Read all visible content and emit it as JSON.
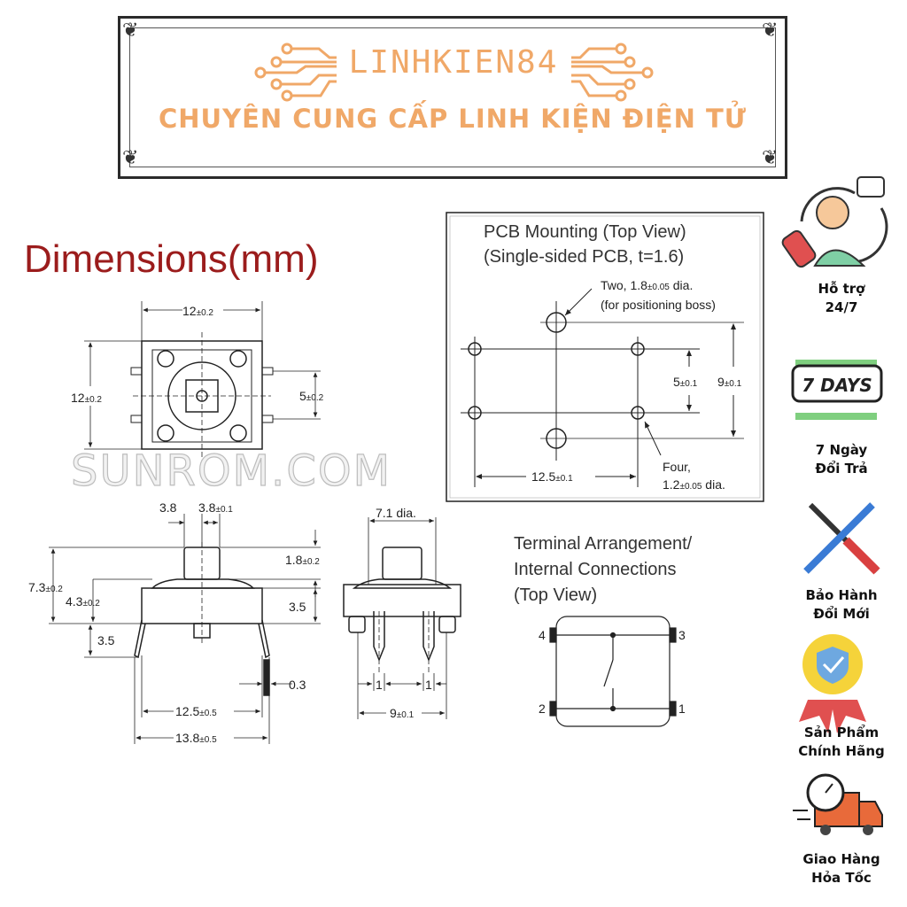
{
  "header": {
    "brand": "LINHKIEN84",
    "tagline": "CHUYÊN CUNG CẤP LINH KIỆN ĐIỆN TỬ",
    "colors": {
      "brand": "#f0a868",
      "frame": "#2b2b2b"
    }
  },
  "dimensions": {
    "title": "Dimensions(mm)",
    "watermark": "SUNROM.COM",
    "top_view": {
      "width": "12",
      "width_tol": "±0.2",
      "height": "12",
      "height_tol": "±0.2",
      "pitch": "5",
      "pitch_tol": "±0.2"
    },
    "side_view": {
      "a": "3.8",
      "b": "3.8",
      "b_tol": "±0.1",
      "cap": "1.8",
      "cap_tol": "±0.2",
      "total": "7.3",
      "total_tol": "±0.2",
      "body": "4.3",
      "body_tol": "±0.2",
      "lead": "3.5",
      "lead2": "3.5",
      "pin": "0.3",
      "span1": "12.5",
      "span1_tol": "±0.5",
      "span2": "13.8",
      "span2_tol": "±0.5"
    },
    "front_view": {
      "dia": "7.1 dia.",
      "p1": "1",
      "p2": "1",
      "span": "9",
      "span_tol": "±0.1"
    }
  },
  "pcb_mounting": {
    "title1": "PCB Mounting (Top View)",
    "title2": "(Single-sided PCB, t=1.6)",
    "note1a": "Two, 1.8",
    "note1a_tol": "±0.05",
    "note1a_end": " dia.",
    "note1b": "(for positioning boss)",
    "dim_a": "5",
    "dim_a_tol": "±0.1",
    "dim_b": "9",
    "dim_b_tol": "±0.1",
    "dim_c": "12.5",
    "dim_c_tol": "±0.1",
    "note2a": "Four,",
    "note2b": "1.2",
    "note2b_tol": "±0.05",
    "note2b_end": " dia."
  },
  "terminal": {
    "title1": "Terminal Arrangement/",
    "title2": "Internal Connections",
    "title3": "(Top View)",
    "t1": "1",
    "t2": "2",
    "t3": "3",
    "t4": "4"
  },
  "sidebar": [
    {
      "line1": "Hỗ trợ",
      "line2": "24/7",
      "icon": "support-agent-icon"
    },
    {
      "line1": "7 Ngày",
      "line2": "Đổi Trả",
      "icon": "seven-days-icon",
      "badge": "7 DAYS"
    },
    {
      "line1": "Bảo Hành",
      "line2": "Đổi Mới",
      "icon": "tools-icon"
    },
    {
      "line1": "Sản Phẩm",
      "line2": "Chính Hãng",
      "icon": "genuine-badge-icon"
    },
    {
      "line1": "Giao Hàng",
      "line2": "Hỏa Tốc",
      "icon": "fast-delivery-icon"
    }
  ]
}
